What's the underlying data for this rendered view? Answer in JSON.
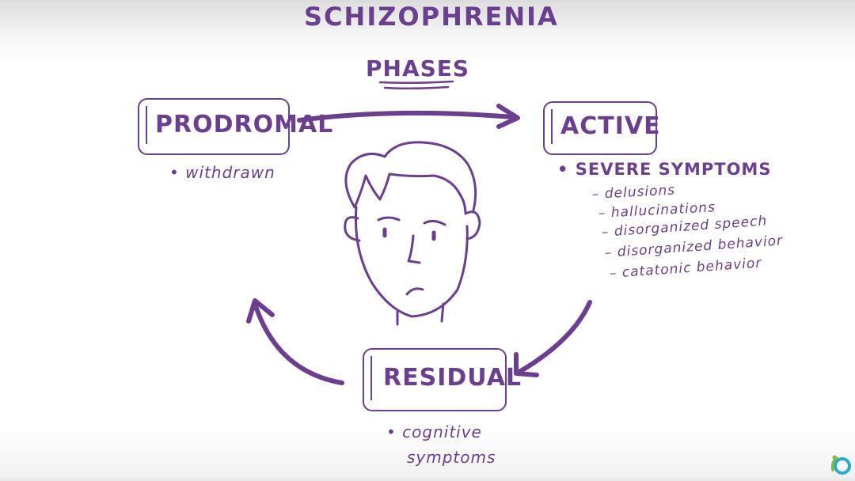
{
  "title": "SCHIZOPHRENIA",
  "subtitle": "PHASES",
  "phases": {
    "prodromal": {
      "label": "PRODROMAL",
      "bullets": [
        "withdrawn"
      ]
    },
    "active": {
      "label": "ACTIVE",
      "bullets": [
        "SEVERE SYMPTOMS"
      ],
      "symptoms": [
        "delusions",
        "hallucinations",
        "disorganized speech",
        "disorganized behavior",
        "catatonic behavior"
      ]
    },
    "residual": {
      "label": "RESIDUAL",
      "bullets": [
        "cognitive",
        "symptoms"
      ]
    }
  },
  "colors": {
    "ink": "#6a3f8f",
    "logo_teal": "#2aa9c9",
    "logo_green": "#7dbb42"
  },
  "icons": [
    "sad-face-illustration",
    "cycle-arrow",
    "logo-icon"
  ]
}
